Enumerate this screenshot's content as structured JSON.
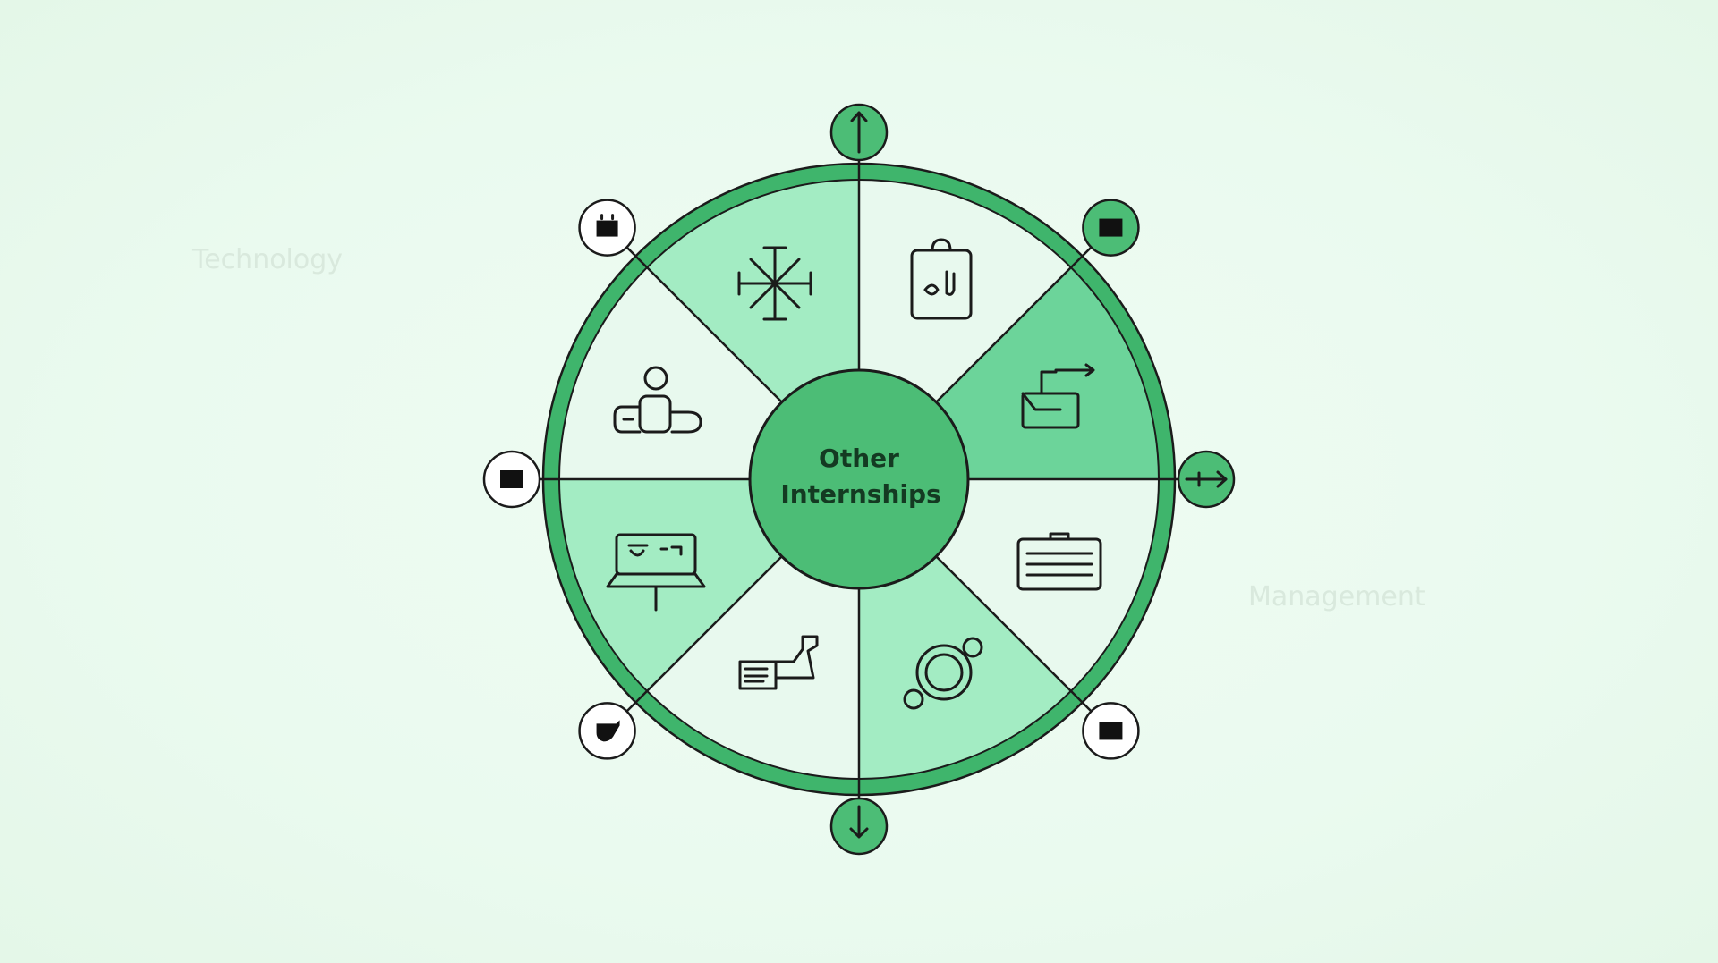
{
  "center": {
    "line1": "Other",
    "line2": "Internships"
  },
  "background_labels": [
    "Technology",
    "Management"
  ],
  "colors": {
    "ring": "#3fb56c",
    "dark_fill": "#6cd49a",
    "mid_fill": "#a3ecc3",
    "light_fill": "#e8f9ee",
    "center": "#4cbd76",
    "outline": "#1b1b1b"
  },
  "sectors": [
    {
      "icon": "clipboard-icon",
      "shade": "light"
    },
    {
      "icon": "folder-arrow-icon",
      "shade": "dark"
    },
    {
      "icon": "briefcase-icon",
      "shade": "light"
    },
    {
      "icon": "gear-ring-icon",
      "shade": "mid"
    },
    {
      "icon": "document-handshake-icon",
      "shade": "light"
    },
    {
      "icon": "laptop-presentation-icon",
      "shade": "mid"
    },
    {
      "icon": "team-person-icon",
      "shade": "light"
    },
    {
      "icon": "network-burst-icon",
      "shade": "mid"
    }
  ],
  "nodes": [
    {
      "icon": "arrow-up-icon",
      "style": "green"
    },
    {
      "icon": "square-icon",
      "style": "green"
    },
    {
      "icon": "arrow-right-icon",
      "style": "green"
    },
    {
      "icon": "square-icon",
      "style": "white"
    },
    {
      "icon": "arrow-down-icon",
      "style": "green"
    },
    {
      "icon": "cup-icon",
      "style": "white"
    },
    {
      "icon": "square-icon",
      "style": "white"
    },
    {
      "icon": "calendar-icon",
      "style": "white"
    }
  ]
}
